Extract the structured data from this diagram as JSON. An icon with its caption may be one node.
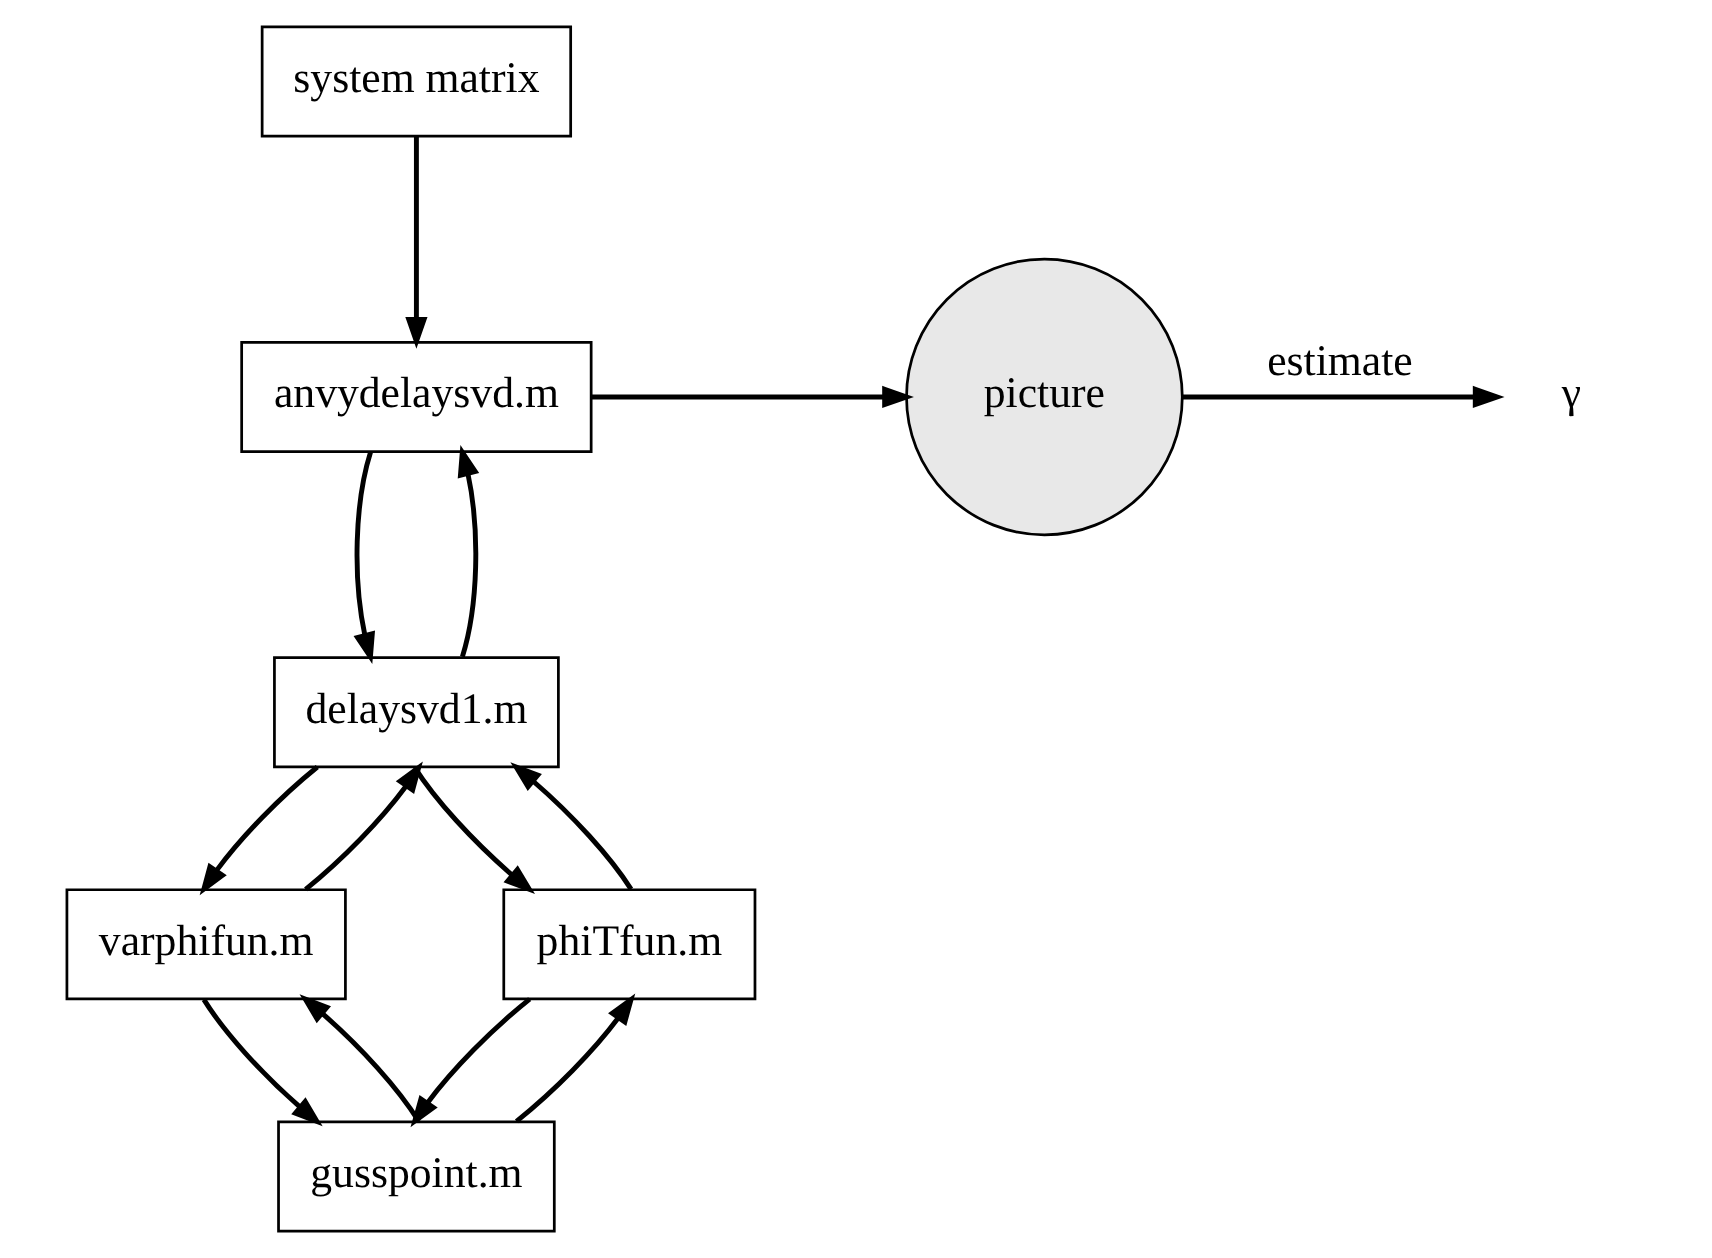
{
  "diagram": {
    "nodes": [
      {
        "text": [
          "system matrix"
        ]
      },
      {
        "text": [
          "anvydelaysvd.m"
        ]
      },
      {
        "text": [
          "picture"
        ]
      },
      {
        "text": [
          "γ"
        ]
      },
      {
        "text": [
          "delaysvd1.m"
        ]
      },
      {
        "text": [
          "varphifun.m"
        ]
      },
      {
        "text": [
          "phiTfun.m"
        ]
      },
      {
        "text": [
          "gusspoint.m"
        ]
      }
    ],
    "edges": [
      {
        "from": 0,
        "to": 1,
        "arrow": "to"
      },
      {
        "from": 1,
        "to": 2,
        "arrow": "to"
      },
      {
        "from": 2,
        "to": 3,
        "arrow": "to",
        "label": "estimate"
      },
      {
        "from": 1,
        "to": 4,
        "arrow": "to"
      },
      {
        "from": 4,
        "to": 1,
        "arrow": "to"
      },
      {
        "from": 4,
        "to": 5,
        "arrow": "to"
      },
      {
        "from": 5,
        "to": 4,
        "arrow": "to"
      },
      {
        "from": 4,
        "to": 6,
        "arrow": "to"
      },
      {
        "from": 6,
        "to": 4,
        "arrow": "to"
      },
      {
        "from": 5,
        "to": 7,
        "arrow": "to"
      },
      {
        "from": 7,
        "to": 5,
        "arrow": "to"
      },
      {
        "from": 6,
        "to": 7,
        "arrow": "to"
      },
      {
        "from": 7,
        "to": 6,
        "arrow": "to"
      }
    ]
  }
}
